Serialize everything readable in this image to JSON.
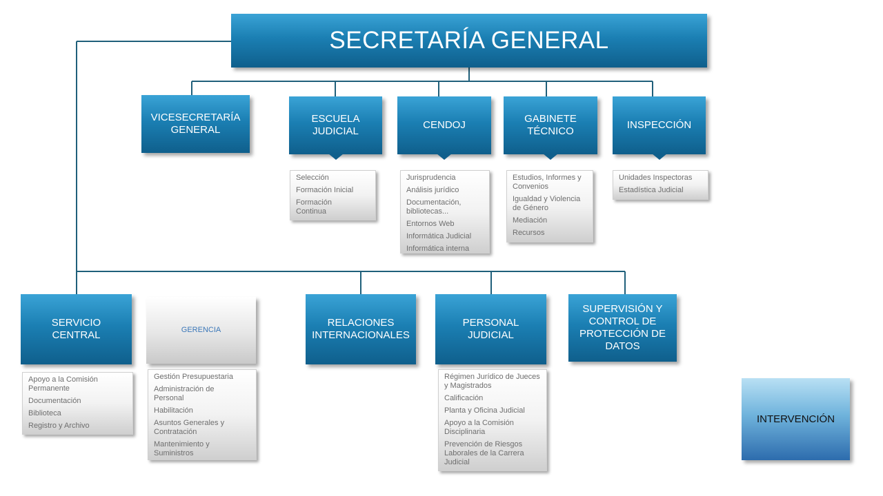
{
  "title": "SECRETARÍA  GENERAL",
  "top_units": [
    {
      "label": "VICESECRETARÍA\nGENERAL"
    },
    {
      "label": "ESCUELA\nJUDICIAL",
      "items": [
        "Selección",
        "Formación Inicial",
        "Formación\nContinua"
      ]
    },
    {
      "label": "CENDOJ",
      "items": [
        "Jurisprudencia",
        "Análisis jurídico",
        "Documentación,\nbibliotecas...",
        "Entornos Web",
        "Informática Judicial",
        "Informática interna"
      ]
    },
    {
      "label": "GABINETE\nTÉCNICO",
      "items": [
        "Estudios, Informes y\nConvenios",
        "Igualdad y Violencia\nde Género",
        "Mediación",
        "Recursos"
      ]
    },
    {
      "label": "INSPECCIÓN",
      "items": [
        "Unidades Inspectoras",
        "Estadística Judicial"
      ]
    }
  ],
  "bottom_units": [
    {
      "label": "SERVICIO\nCENTRAL",
      "items": [
        "Apoyo a la Comisión\nPermanente",
        "Documentación",
        "Biblioteca",
        "Registro y Archivo"
      ]
    },
    {
      "label": "GERENCIA",
      "items": [
        "Gestión Presupuestaria",
        "Administración de\nPersonal",
        "Habilitación",
        "Asuntos Generales y\nContratación",
        "Mantenimiento y\nSuministros"
      ]
    },
    {
      "label": "RELACIONES\nINTERNACIONALES"
    },
    {
      "label": "PERSONAL\nJUDICIAL",
      "items": [
        "Régimen Jurídico de Jueces\ny Magistrados",
        "Calificación",
        "Planta y Oficina Judicial",
        "Apoyo a la Comisión\nDisciplinaria",
        "Prevención de Riesgos\nLaborales de la Carrera\nJudicial"
      ]
    },
    {
      "label": "SUPERVISIÓN Y\nCONTROL DE\nPROTECCIÓN DE\nDATOS"
    }
  ],
  "standalone": {
    "label": "INTERVENCIÓN"
  },
  "colors": {
    "box_dark": "#0f5f8c",
    "box_light": "#3aa3d6",
    "connector": "#1f5f7a",
    "gerencia_text": "#3b77b8"
  }
}
